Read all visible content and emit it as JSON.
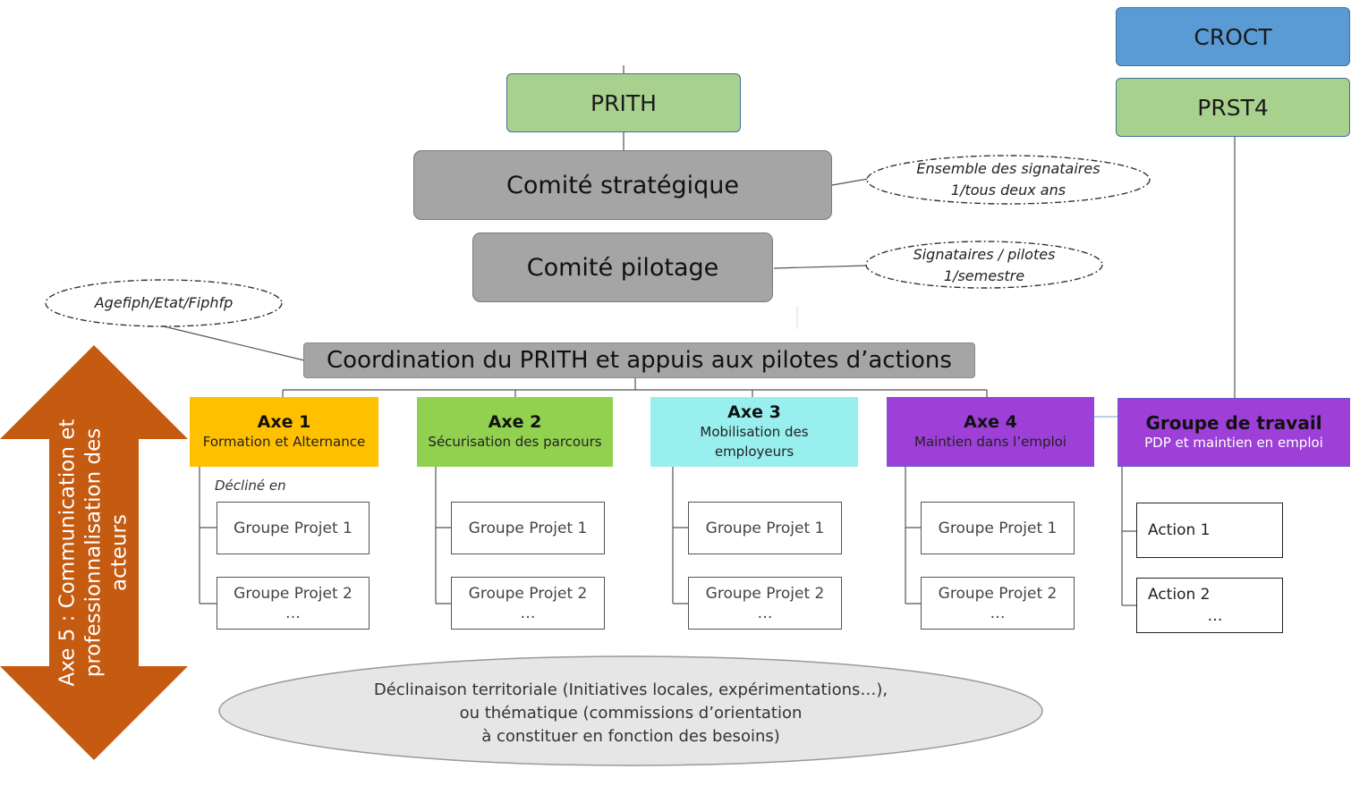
{
  "croct": "CROCT",
  "prst4": "PRST4",
  "prith": "PRITH",
  "comite_strategique": "Comité stratégique",
  "comite_pilotage": "Comité pilotage",
  "coordination": "Coordination du PRITH et appuis aux pilotes d’actions",
  "ellipses": {
    "ensemble": [
      "Ensemble des signataires",
      "1/tous deux ans"
    ],
    "signataires": [
      "Signataires / pilotes",
      "1/semestre"
    ],
    "agefiph": "Agefiph/Etat/Fiphfp"
  },
  "axes": [
    {
      "title": "Axe 1",
      "subtitle": "Formation et Alternance",
      "color": "#ffc000"
    },
    {
      "title": "Axe 2",
      "subtitle": "Sécurisation des parcours",
      "color": "#92d050"
    },
    {
      "title": "Axe 3",
      "subtitle": "Mobilisation des employeurs",
      "color": "#99eeee"
    },
    {
      "title": "Axe 4",
      "subtitle": "Maintien dans l’emploi",
      "color": "#9e3fd8"
    }
  ],
  "groupe_travail": {
    "title": "Groupe de travail",
    "subtitle": "PDP et maintien en emploi",
    "color": "#9e3fd8"
  },
  "decline_en": "Décliné en",
  "groupe_projet_1": "Groupe Projet 1",
  "groupe_projet_2": "Groupe Projet 2",
  "ellipsis": "…",
  "action_1": "Action 1",
  "action_2": "Action 2",
  "territorial": [
    "Déclinaison  territoriale  (Initiatives  locales,  expérimentations…),",
    "ou  thématique  (commissions  d’orientation",
    "à  constituer  en  fonction  des  besoins)"
  ],
  "axe5": [
    "Axe 5 : Communication et",
    "professionnalisation des",
    "acteurs"
  ],
  "colors": {
    "arrow": "#c55a11",
    "territorial_fill": "#e7e6e6"
  }
}
